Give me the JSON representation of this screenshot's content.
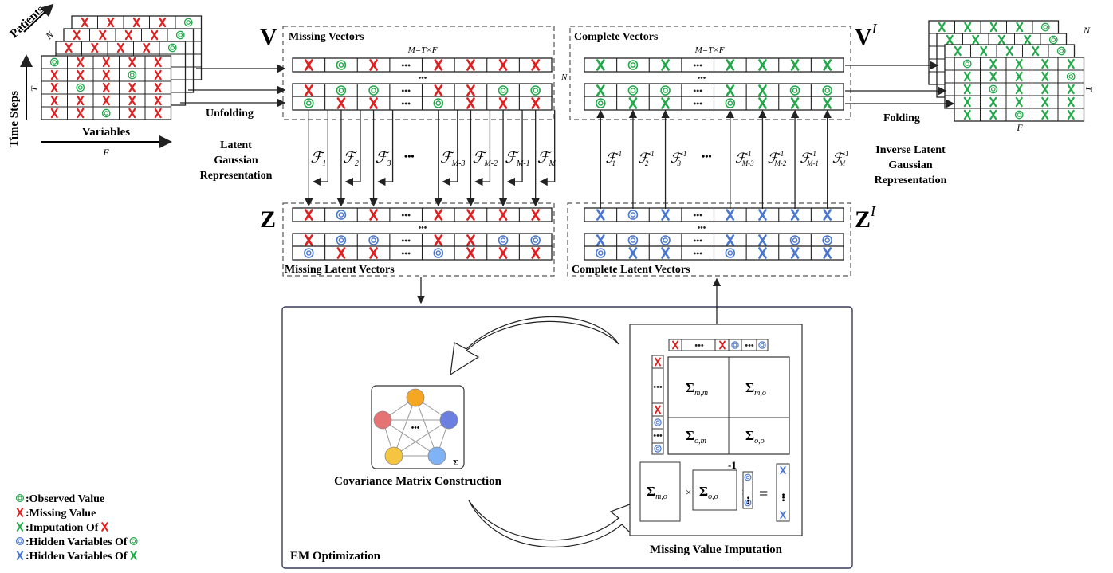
{
  "colors": {
    "missing": "#e02020",
    "imputed": "#23a84a",
    "observed": "#23a84a",
    "hidden": "#4a78d0",
    "border": "#222222",
    "dash": "#555555",
    "node_orange": "#f5a623",
    "node_red": "#e57373",
    "node_blue": "#6b7fe0",
    "node_yellow": "#f5c542",
    "node_lightblue": "#7fb3f5"
  },
  "left_tensor": {
    "axis_patients": "Patients",
    "axis_n": "N",
    "axis_time": "Time Steps",
    "axis_t": "T",
    "axis_variables": "Variables",
    "axis_f": "F"
  },
  "right_tensor": {
    "axis_n": "N",
    "axis_t": "T",
    "axis_f": "F"
  },
  "unfolding": "Unfolding",
  "folding": "Folding",
  "latent": [
    "Latent",
    "Gaussian",
    "Representation"
  ],
  "inverse_latent": [
    "Inverse Latent",
    "Gaussian",
    "Representation"
  ],
  "panel_v": {
    "letter": "V",
    "title": "Missing Vectors",
    "formula": "M=T×F",
    "n": "N"
  },
  "panel_vi": {
    "letter": "V",
    "sup": "I",
    "title": "Complete Vectors",
    "formula": "M=T×F"
  },
  "panel_z": {
    "letter": "Z",
    "title": "Missing Latent Vectors"
  },
  "panel_zi": {
    "letter": "Z",
    "sup": "I",
    "title": "Complete Latent Vectors"
  },
  "f_labels": [
    "1",
    "2",
    "3",
    "M-3",
    "M-2",
    "M-1",
    "M"
  ],
  "finv_labels": [
    "1",
    "2",
    "3",
    "M-3",
    "M-2",
    "M-1",
    "M"
  ],
  "ellipsis": "•••",
  "em": {
    "title": "EM Optimization",
    "cov_title": "Covariance Matrix Construction",
    "imp_title": "Missing Value Imputation",
    "sigma": "Σ",
    "minus_one": "-1",
    "times": "×",
    "equals": "="
  },
  "sub": {
    "mm": "m,m",
    "mo": "m,o",
    "om": "o,m",
    "oo": "o,o"
  },
  "legend": [
    {
      "icon": "observed",
      "text": ":Observed Value"
    },
    {
      "icon": "missing",
      "text": ":Missing Value"
    },
    {
      "icon": "imputed",
      "text": ":Imputation Of ",
      "suffix": "missing"
    },
    {
      "icon": "hidden",
      "text": ":Hidden Variables Of ",
      "suffix": "observed"
    },
    {
      "icon": "hiddenx",
      "text": ":Hidden Variables Of ",
      "suffix": "imputed"
    }
  ],
  "rows": {
    "v_r1": [
      "x",
      "o",
      "x",
      "d",
      "x",
      "x",
      "x",
      "x"
    ],
    "v_r2": [
      "x",
      "o",
      "o",
      "d",
      "x",
      "x",
      "o",
      "o"
    ],
    "v_r3": [
      "o",
      "x",
      "x",
      "d",
      "o",
      "x",
      "x",
      "x"
    ],
    "vi_r1": [
      "g",
      "o",
      "g",
      "d",
      "g",
      "g",
      "g",
      "g"
    ],
    "vi_r2": [
      "g",
      "o",
      "o",
      "d",
      "g",
      "g",
      "o",
      "o"
    ],
    "vi_r3": [
      "o",
      "g",
      "g",
      "d",
      "o",
      "g",
      "g",
      "g"
    ],
    "z_r1": [
      "x",
      "h",
      "x",
      "d",
      "x",
      "x",
      "x",
      "x"
    ],
    "z_r2": [
      "x",
      "h",
      "h",
      "d",
      "x",
      "x",
      "h",
      "h"
    ],
    "z_r3": [
      "h",
      "x",
      "x",
      "d",
      "h",
      "x",
      "x",
      "x"
    ],
    "zi_r1": [
      "b",
      "h",
      "b",
      "d",
      "b",
      "b",
      "b",
      "b"
    ],
    "zi_r2": [
      "b",
      "h",
      "h",
      "d",
      "b",
      "b",
      "h",
      "h"
    ],
    "zi_r3": [
      "h",
      "b",
      "b",
      "d",
      "h",
      "b",
      "b",
      "b"
    ]
  },
  "grid_left": [
    [
      "o",
      "x",
      "x",
      "x",
      "x"
    ],
    [
      "x",
      "x",
      "x",
      "o",
      "x"
    ],
    [
      "x",
      "o",
      "x",
      "x",
      "x"
    ],
    [
      "x",
      "x",
      "x",
      "x",
      "x"
    ],
    [
      "x",
      "x",
      "o",
      "x",
      "x"
    ]
  ],
  "grid_left_top": [
    "x",
    "x",
    "x",
    "x",
    "o"
  ],
  "grid_right": [
    [
      "o",
      "g",
      "g",
      "g",
      "g"
    ],
    [
      "g",
      "g",
      "g",
      "g",
      "o"
    ],
    [
      "g",
      "o",
      "g",
      "g",
      "g"
    ],
    [
      "g",
      "g",
      "g",
      "g",
      "g"
    ],
    [
      "g",
      "g",
      "o",
      "g",
      "g"
    ]
  ],
  "grid_right_top": [
    "g",
    "g",
    "g",
    "g",
    "o"
  ]
}
